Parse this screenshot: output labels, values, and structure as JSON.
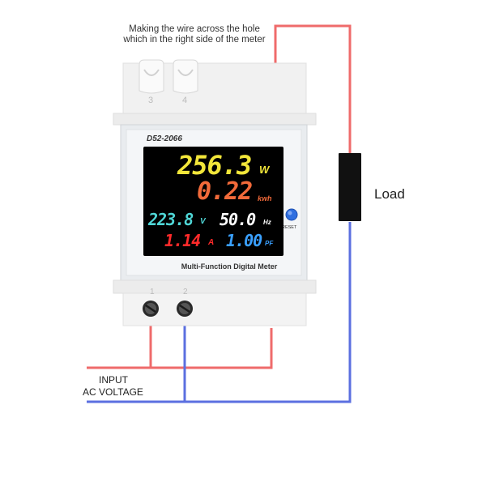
{
  "caption": {
    "line1": "Making the wire across the hole",
    "line2": "which in the right side of the meter"
  },
  "load_label": "Load",
  "input_label": {
    "line1": "INPUT",
    "line2": "AC VOLTAGE"
  },
  "meter": {
    "model": "D52-2066",
    "name": "Multi-Function Digital Meter",
    "reset_label": "RESET",
    "terminals": {
      "top_left": "3",
      "top_right": "4",
      "bottom_left": "1",
      "bottom_right": "2"
    },
    "display": {
      "power": {
        "value": "256.3",
        "unit": "W",
        "color": "#f2e63a"
      },
      "energy": {
        "value": "0.22",
        "unit": "kwh",
        "color": "#f26a3a"
      },
      "voltage": {
        "value": "223.8",
        "unit": "V",
        "color": "#4fd6d6"
      },
      "frequency": {
        "value": "50.0",
        "unit": "Hz",
        "color": "#ffffff"
      },
      "current": {
        "value": "1.14",
        "unit": "A",
        "color": "#ff2a2a"
      },
      "power_factor": {
        "value": "1.00",
        "unit": "PF",
        "color": "#3aa0ff"
      }
    }
  },
  "colors": {
    "live_wire": "#ef6b6b",
    "neutral_wire": "#5b6fe0",
    "load_block": "#111111",
    "reset_button": "#2f6fe0"
  }
}
